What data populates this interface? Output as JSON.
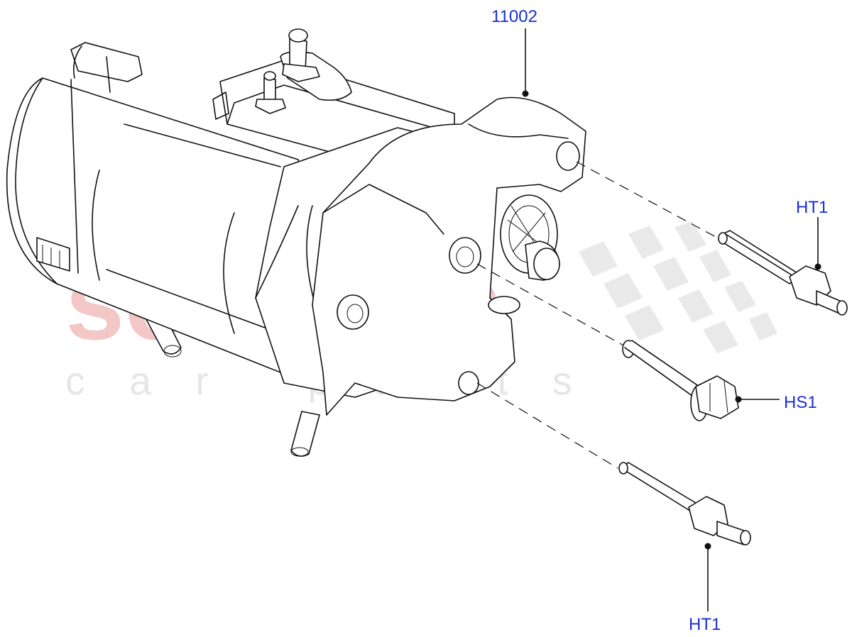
{
  "watermark": {
    "brand": "scuderia",
    "subtitle": "car parts"
  },
  "callouts": {
    "starter": "11002",
    "bolt_top": "HT1",
    "bolt_middle": "HS1",
    "bolt_bottom": "HT1"
  },
  "colors": {
    "callout_text": "#1a2fd6",
    "watermark": "#f4c7c7",
    "lines": "#111111"
  }
}
